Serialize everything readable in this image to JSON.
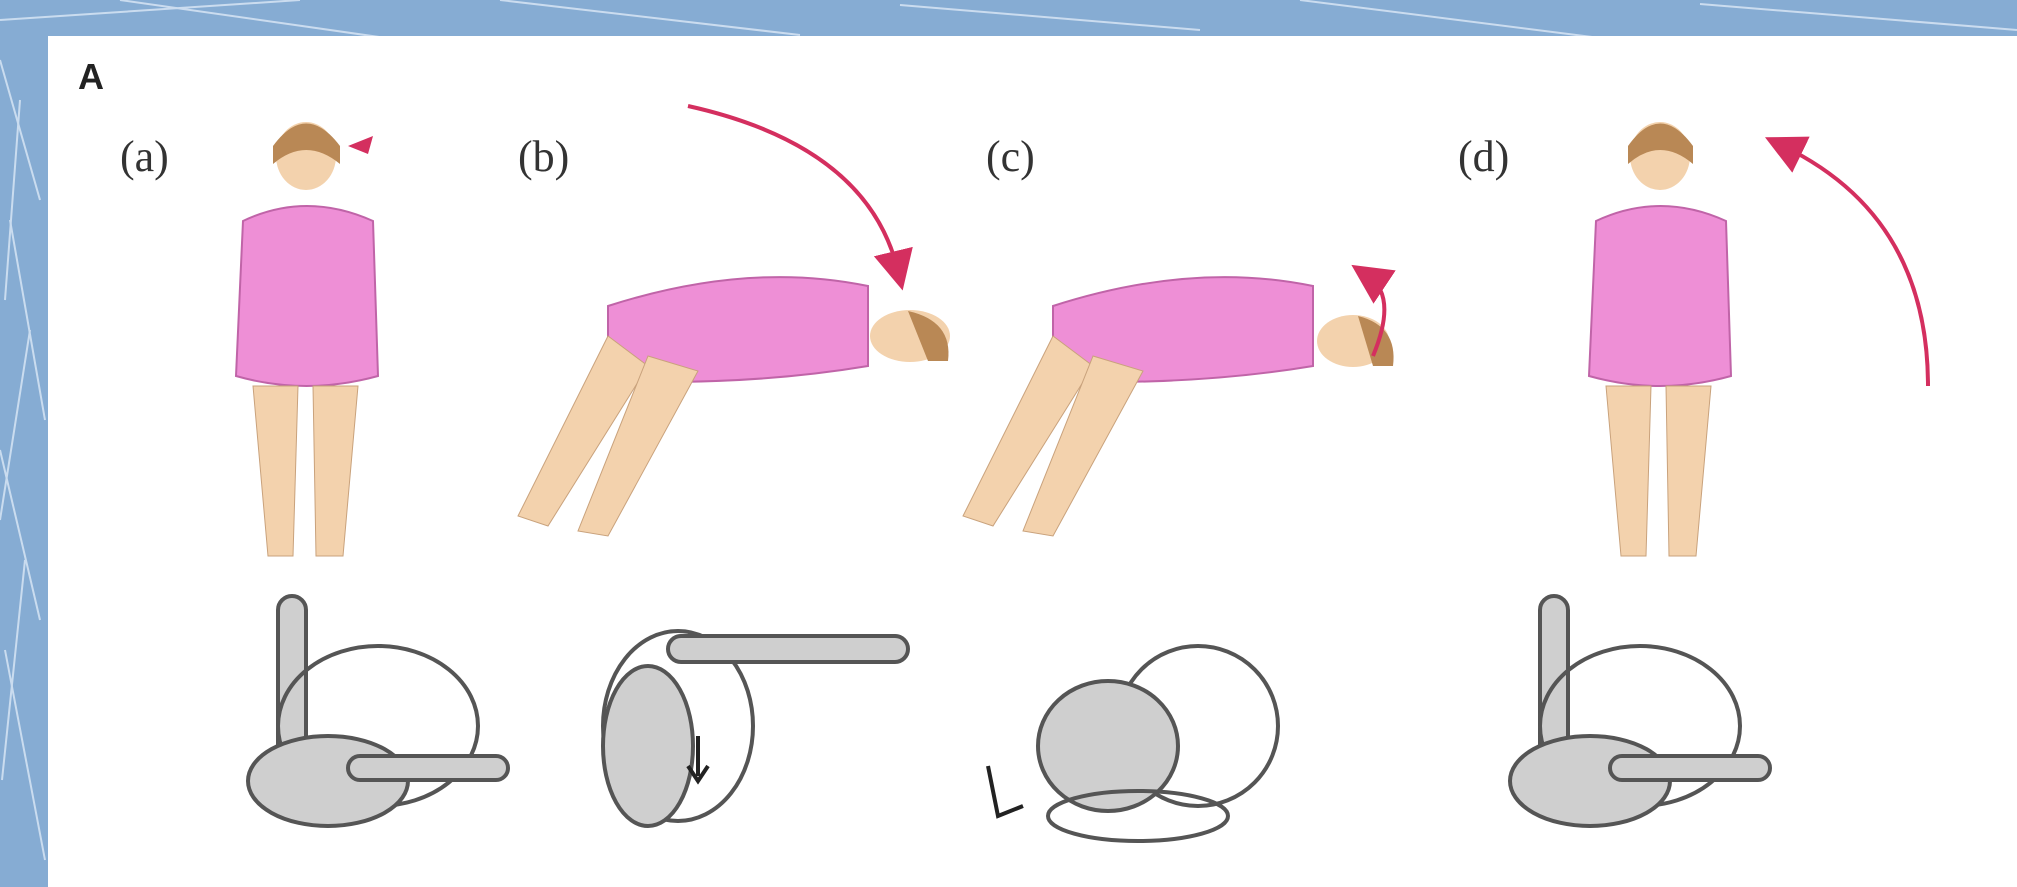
{
  "figure": {
    "panel_letter": "A",
    "steps": [
      {
        "label": "(a)"
      },
      {
        "label": "(b)"
      },
      {
        "label": "(c)"
      },
      {
        "label": "(d)"
      }
    ]
  },
  "colors": {
    "background_blue": "#7fa7cf",
    "gown_pink": "#ee8fd6",
    "arrow_red": "#d42f5f",
    "skin": "#f3d2ad",
    "hair": "#b98855",
    "labyrinth_gray": "#cfcfcf"
  }
}
